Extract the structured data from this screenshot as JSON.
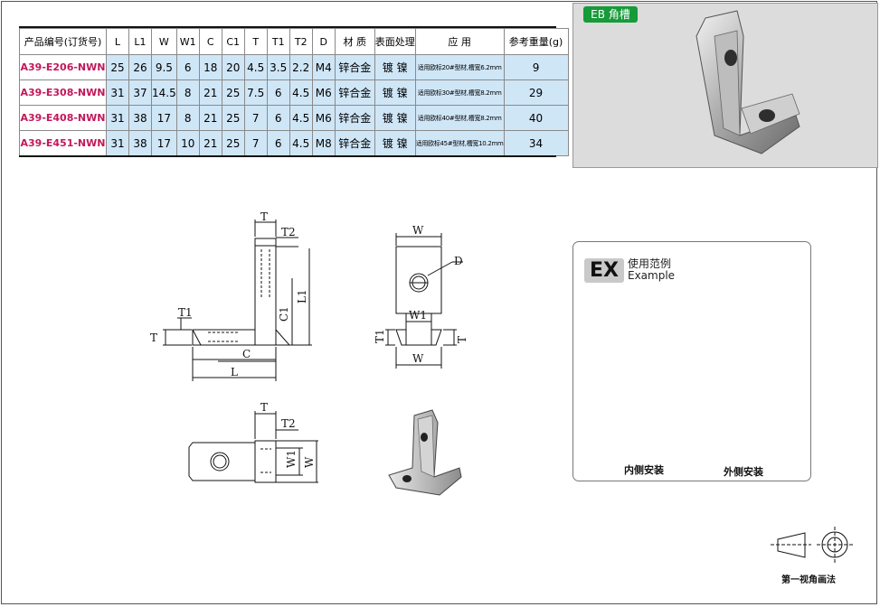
{
  "table": {
    "headers": [
      "产品编号(订货号)",
      "L",
      "L1",
      "W",
      "W1",
      "C",
      "C1",
      "T",
      "T1",
      "T2",
      "D",
      "材 质",
      "表面处理",
      "应 用",
      "参考重量(g)"
    ],
    "rows": [
      {
        "code": "A39-E206-NWN",
        "L": "25",
        "L1": "26",
        "W": "9.5",
        "W1": "6",
        "C": "18",
        "C1": "20",
        "T": "4.5",
        "T1": "3.5",
        "T2": "2.2",
        "D": "M4",
        "material": "锌合金",
        "surface": "镀 镍",
        "application": "适用欧标20#型材,槽宽6.2mm",
        "weight": "9"
      },
      {
        "code": "A39-E308-NWN",
        "L": "31",
        "L1": "37",
        "W": "14.5",
        "W1": "8",
        "C": "21",
        "C1": "25",
        "T": "7.5",
        "T1": "6",
        "T2": "4.5",
        "D": "M6",
        "material": "锌合金",
        "surface": "镀 镍",
        "application": "适用欧标30#型材,槽宽8.2mm",
        "weight": "29"
      },
      {
        "code": "A39-E408-NWN",
        "L": "31",
        "L1": "38",
        "W": "17",
        "W1": "8",
        "C": "21",
        "C1": "25",
        "T": "7",
        "T1": "6",
        "T2": "4.5",
        "D": "M6",
        "material": "锌合金",
        "surface": "镀 镍",
        "application": "适用欧标40#型材,槽宽8.2mm",
        "weight": "40"
      },
      {
        "code": "A39-E451-NWN",
        "L": "31",
        "L1": "38",
        "W": "17",
        "W1": "10",
        "C": "21",
        "C1": "25",
        "T": "7",
        "T1": "6",
        "T2": "4.5",
        "D": "M8",
        "material": "锌合金",
        "surface": "镀 镍",
        "application": "适用欧标45#型材,槽宽10.2mm",
        "weight": "34"
      }
    ]
  },
  "photo": {
    "badge": "EB 角槽"
  },
  "dims": {
    "T": "T",
    "T1": "T1",
    "T2": "T2",
    "C": "C",
    "C1": "C1",
    "L": "L",
    "L1": "L1",
    "W": "W",
    "W1": "W1",
    "D": "D"
  },
  "example": {
    "box": "EX",
    "title_cn": "使用范例",
    "title_en": "Example",
    "inner": "内侧安装",
    "outer": "外侧安装"
  },
  "projection": {
    "label": "第一视角画法"
  },
  "colors": {
    "code_text": "#c2185b",
    "row_bg": "#cfe6f7",
    "badge_bg": "#169a3a"
  }
}
